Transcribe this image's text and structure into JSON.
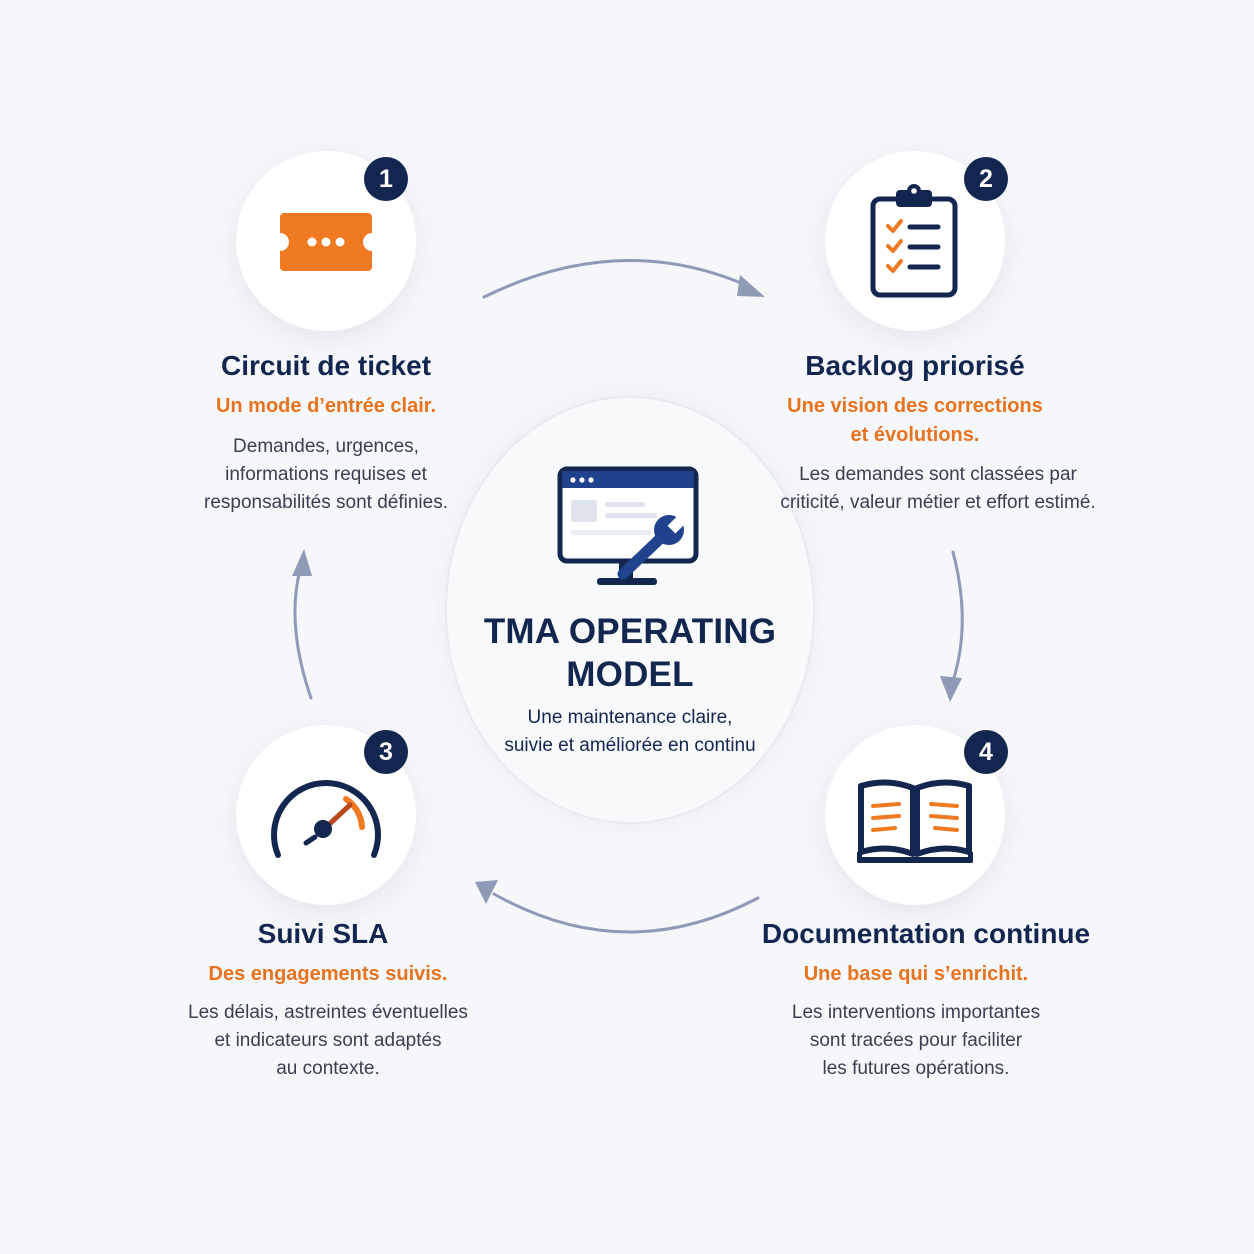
{
  "colors": {
    "navy": "#13264f",
    "orange": "#e8731e",
    "arrow": "#8e9ab6",
    "background": "#f6f7fa"
  },
  "center": {
    "icon": "monitor-wrench-icon",
    "title_line1": "TMA OPERATING",
    "title_line2": "MODEL",
    "subtitle_line1": "Une maintenance claire,",
    "subtitle_line2": "suivie et améliorée en continu"
  },
  "steps": [
    {
      "number": "1",
      "icon": "ticket-icon",
      "title": "Circuit de ticket",
      "subtitle_lines": [
        "Un mode d’entrée clair."
      ],
      "description_lines": [
        "Demandes, urgences,",
        "informations requises et",
        "responsabilités sont définies."
      ]
    },
    {
      "number": "2",
      "icon": "clipboard-checklist-icon",
      "title": "Backlog priorisé",
      "subtitle_lines": [
        "Une vision des corrections",
        "et évolutions."
      ],
      "description_lines": [
        "Les demandes sont classées par",
        "criticité, valeur métier et effort estimé."
      ]
    },
    {
      "number": "3",
      "icon": "speedometer-icon",
      "title": "Suivi SLA",
      "subtitle_lines": [
        "Des engagements suivis."
      ],
      "description_lines": [
        "Les délais, astreintes éventuelles",
        "et indicateurs sont adaptés",
        "au contexte."
      ]
    },
    {
      "number": "4",
      "icon": "open-book-icon",
      "title": "Documentation continue",
      "subtitle_lines": [
        "Une base qui s’enrichit."
      ],
      "description_lines": [
        "Les interventions importantes",
        "sont tracées pour faciliter",
        "les futures opérations."
      ]
    }
  ]
}
